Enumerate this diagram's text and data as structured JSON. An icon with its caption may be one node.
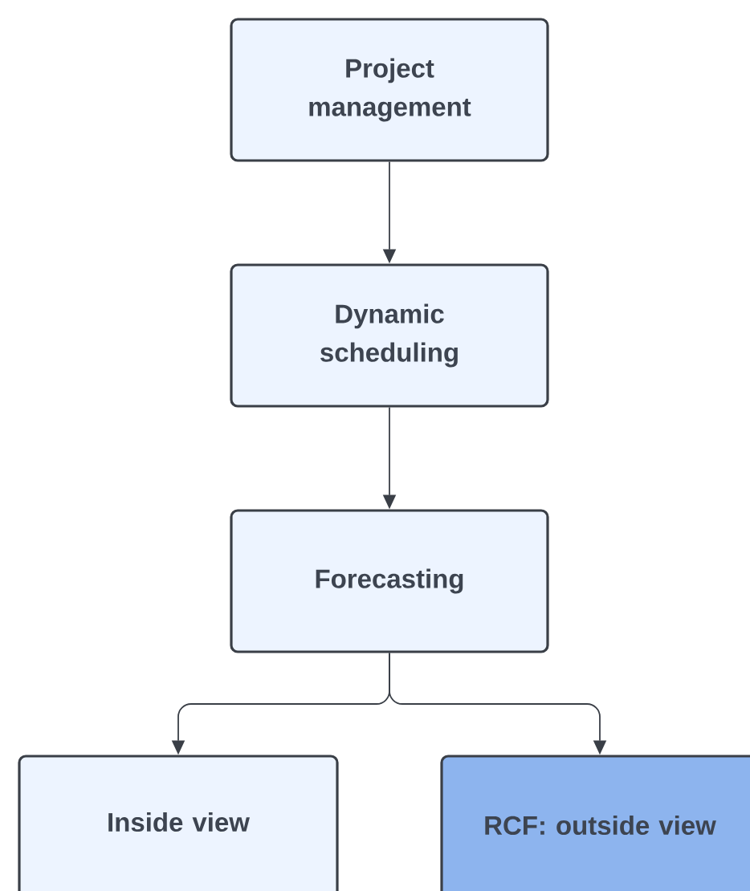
{
  "diagram": {
    "nodes": [
      {
        "text": [
          "Project management"
        ]
      },
      {
        "text": [
          "Dynamic scheduling"
        ]
      },
      {
        "text": [
          "Forecasting"
        ]
      },
      {
        "text": [
          "Inside view"
        ]
      },
      {
        "text": [
          "RCF: outside view"
        ]
      }
    ],
    "edges": [
      {
        "from": 0,
        "to": 1,
        "arrow": "to"
      },
      {
        "from": 1,
        "to": 2,
        "arrow": "to"
      },
      {
        "from": 2,
        "to": 3,
        "arrow": "to"
      },
      {
        "from": 2,
        "to": 4,
        "arrow": "to"
      }
    ]
  }
}
